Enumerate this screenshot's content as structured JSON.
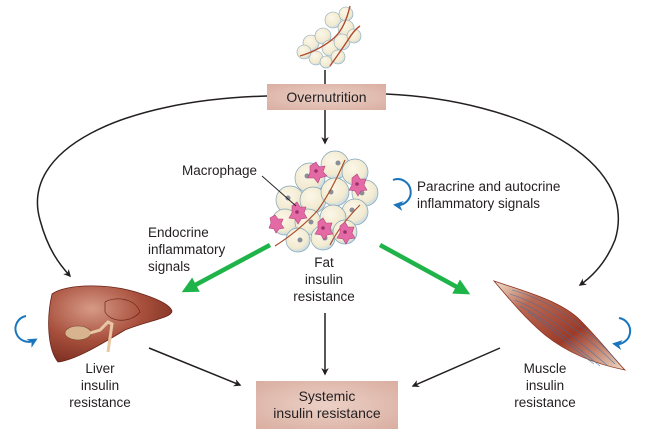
{
  "nodes": {
    "overnutrition": "Overnutrition",
    "systemic": "Systemic\ninsulin resistance"
  },
  "labels": {
    "macrophage": "Macrophage",
    "paracrine": "Paracrine and autocrine\ninflammatory signals",
    "endocrine": "Endocrine\ninflammatory\nsignals",
    "fat": "Fat\ninsulin\nresistance",
    "liver": "Liver\ninsulin\nresistance",
    "muscle": "Muscle\ninsulin\nresistance"
  },
  "colors": {
    "box_fill": "#dcb3a5",
    "arrow_black": "#231f20",
    "arrow_green": "#1fb449",
    "arrow_blue": "#1a75bc",
    "liver": "#9c4433",
    "muscle": "#a4412f",
    "fat_cell": "#f5efd9",
    "macrophage": "#e46aa5"
  }
}
